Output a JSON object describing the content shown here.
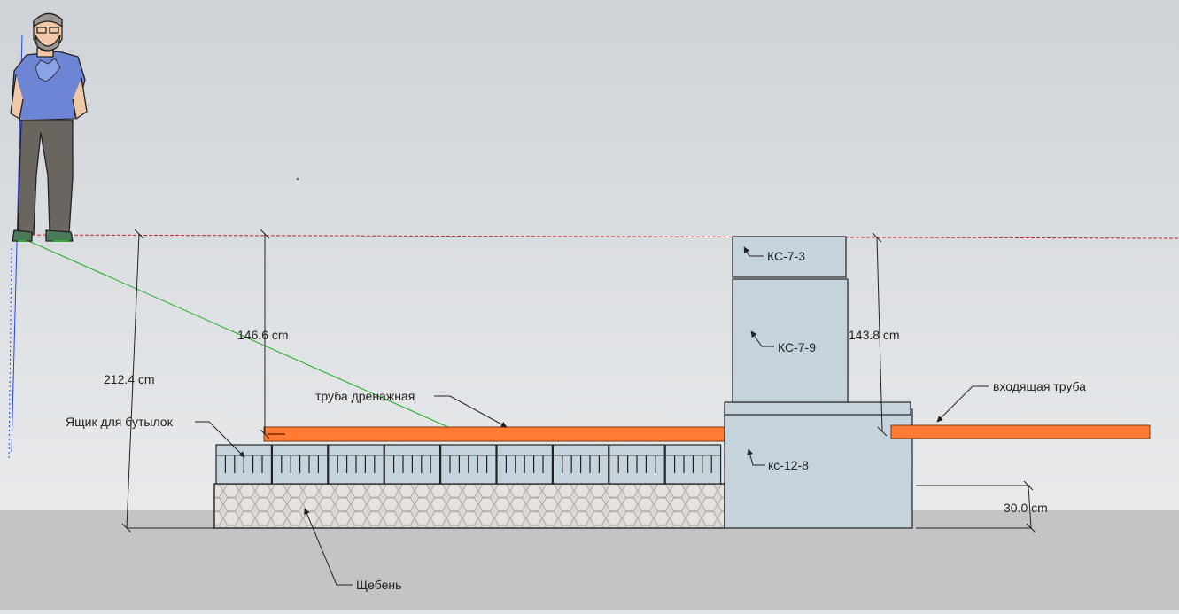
{
  "dimensions": {
    "total_depth": "212.4 cm",
    "pipe_depth": "146.6 cm",
    "well_depth": "143.8 cm",
    "gravel_thickness": "30.0 cm"
  },
  "labels": {
    "ring_top": "КС-7-3",
    "ring_mid": "КС-7-9",
    "ring_base": "кс-12-8",
    "drain_pipe": "труба дренажная",
    "inlet_pipe": "входящая труба",
    "bottle_crates": "Ящик для бутылок",
    "gravel": "Щебень"
  },
  "colors": {
    "sky_top": "#cfd3d7",
    "sky_bottom": "#e6e8ea",
    "ground": "#c4c4c4",
    "concrete": "#c5d3dd",
    "pipe": "#ff7a33",
    "gravel": "#ddd7d4",
    "axis_red": "#cc2222",
    "axis_green": "#22aa22",
    "axis_blue": "#2244ee"
  },
  "icons": {
    "scale_figure": "person-scale-figure-icon"
  }
}
